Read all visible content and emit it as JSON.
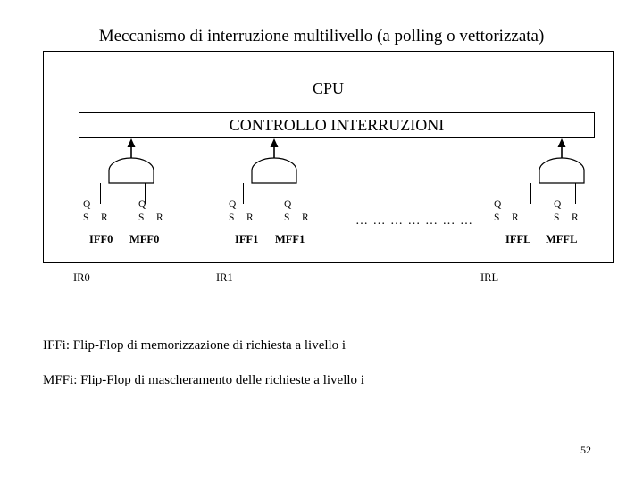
{
  "title": "Meccanismo di interruzione multilivello (a polling o vettorizzata)",
  "diagram": {
    "cpu_label": "CPU",
    "control_box_label": "CONTROLLO INTERRUZIONI",
    "dots": "… … … … … … …",
    "groups": [
      {
        "id": "level0",
        "iff": {
          "q": "Q",
          "s": "S",
          "r": "R",
          "name": "IFF0"
        },
        "mff": {
          "q": "Q",
          "s": "S",
          "r": "R",
          "name": "MFF0"
        },
        "ir_label": "IR0"
      },
      {
        "id": "level1",
        "iff": {
          "q": "Q",
          "s": "S",
          "r": "R",
          "name": "IFF1"
        },
        "mff": {
          "q": "Q",
          "s": "S",
          "r": "R",
          "name": "MFF1"
        },
        "ir_label": "IR1"
      },
      {
        "id": "levelL",
        "iff": {
          "q": "Q",
          "s": "S",
          "r": "R",
          "name": "IFFL"
        },
        "mff": {
          "q": "Q",
          "s": "S",
          "r": "R",
          "name": "MFFL"
        },
        "ir_label": "IRL"
      }
    ]
  },
  "legend": {
    "line1": "IFFi: Flip-Flop di memorizzazione di richiesta a livello i",
    "line2": "MFFi: Flip-Flop di mascheramento delle richieste a livello i"
  },
  "page_number": "52"
}
